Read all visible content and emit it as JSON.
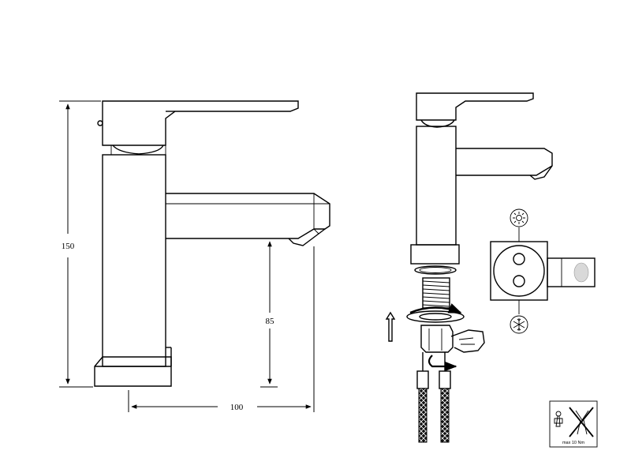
{
  "dimensions": {
    "height_total": "150",
    "spout_height": "85",
    "spout_reach": "100"
  },
  "torque_note": "max 10 Nm",
  "colors": {
    "line": "#000000",
    "background": "#ffffff",
    "aerator_insert": "#d9d9d9"
  },
  "icons": [
    "hot-water-sun-icon",
    "cold-water-snowflake-icon",
    "up-arrow-icon",
    "rotation-arrow-icon",
    "no-pliers-icon"
  ]
}
